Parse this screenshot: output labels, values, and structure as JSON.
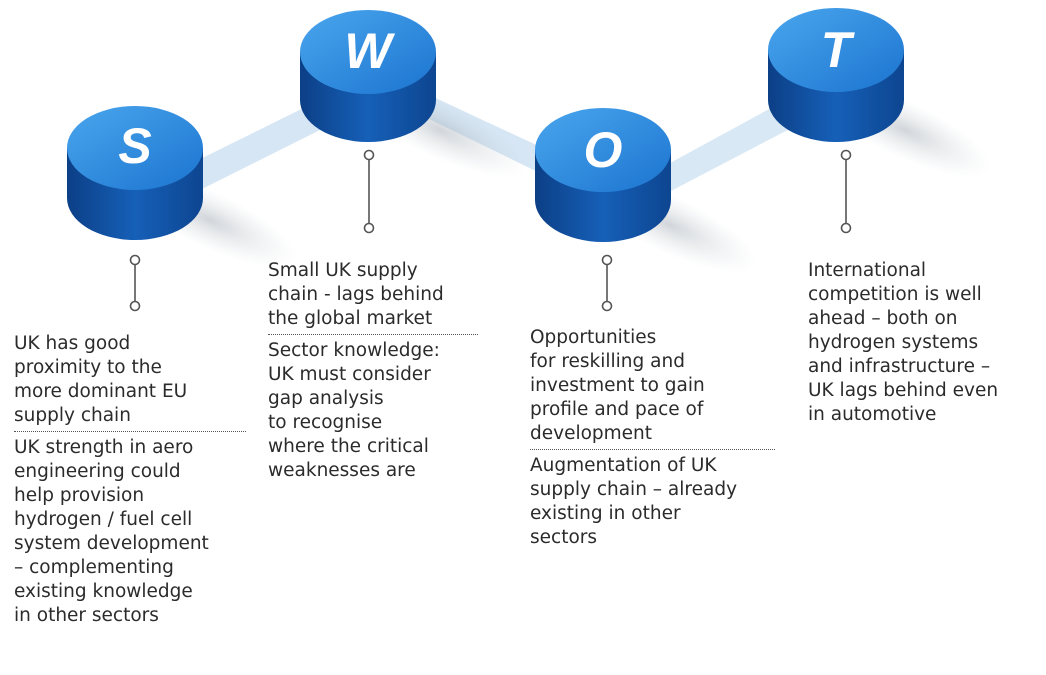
{
  "letters": [
    "S",
    "W",
    "O",
    "T"
  ],
  "colors": {
    "disc_top": "#2a8be0",
    "disc_side": "#0f4f9e",
    "connector": "#d6e6f4",
    "text": "#2b2b2b"
  },
  "columns": [
    {
      "letter": "S",
      "items": [
        "UK has good\nproximity to the\nmore dominant EU\nsupply chain",
        "UK strength in aero\nengineering could\nhelp provision\nhydrogen / fuel cell\nsystem development\n– complementing\nexisting knowledge\nin other sectors"
      ]
    },
    {
      "letter": "W",
      "items": [
        "Small UK supply\nchain - lags behind\nthe global market",
        "Sector knowledge:\nUK must consider\ngap analysis\nto recognise\nwhere the critical\nweaknesses are"
      ]
    },
    {
      "letter": "O",
      "items": [
        "Opportunities\nfor reskilling and\ninvestment to gain\nprofile and pace of\ndevelopment",
        "Augmentation of UK\nsupply chain – already\nexisting in other\nsectors"
      ]
    },
    {
      "letter": "T",
      "items": [
        "International\ncompetition is well\nahead – both on\nhydrogen systems\nand infrastructure –\nUK lags behind even\nin automotive"
      ]
    }
  ]
}
